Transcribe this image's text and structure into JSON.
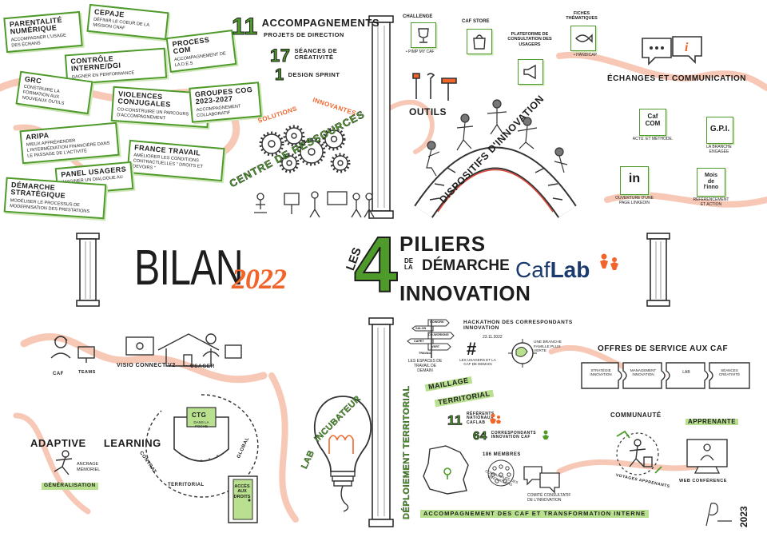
{
  "colors": {
    "green": "#4e9a2a",
    "light_green": "#b8e08f",
    "orange": "#f2652a",
    "salmon": "#f7c8b5",
    "ink": "#1d1d1d"
  },
  "center": {
    "bilan": "BILAN",
    "year": "2022",
    "les": "LES",
    "four": "4",
    "piliers": "PILIERS",
    "de_la": "DE LA",
    "demarche": "DÉMARCHE",
    "innovation": "INNOVATION",
    "caf": "Caf",
    "lab": "Lab"
  },
  "tl_cards": [
    {
      "title": "PARENTALITÉ NUMÉRIQUE",
      "sub": "ACCOMPAGNER L'USAGE DES ÉCRANS"
    },
    {
      "title": "CEPAJE",
      "sub": "DÉFINIR LE COEUR DE LA MISSION CNAF"
    },
    {
      "title": "PROCESS COM",
      "sub": "ACCOMPAGNEMENT DE LA D.E.S"
    },
    {
      "title": "CONTRÔLE INTERNE/DGI",
      "sub": "GAGNER EN PERFORMANCE"
    },
    {
      "title": "GRC",
      "sub": "CONSTRUIRE LA FORMATION AUX NOUVEAUX OUTILS"
    },
    {
      "title": "VIOLENCES CONJUGALES",
      "sub": "CO-CONSTRUIRE UN PARCOURS D'ACCOMPAGNEMENT"
    },
    {
      "title": "GROUPES COG 2023-2027",
      "sub": "ACCOMPAGNEMENT COLLABORATIF"
    },
    {
      "title": "ARIPA",
      "sub": "MIEUX APPRÉHENDER L'INTERMÉDIATION FINANCIÈRE DANS LE PASSAGE DE L'ACTIVITÉ"
    },
    {
      "title": "FRANCE TRAVAIL",
      "sub": "AMÉLIORER LES CONDITIONS CONTRACTUELLES \" DROITS ET DEVOIRS \""
    },
    {
      "title": "PANEL USAGERS",
      "sub": "IMAGINER UN DIALOGUE AU LONG COURS"
    },
    {
      "title": "DÉMARCHE STRATÉGIQUE",
      "sub": "MODÉLISER LE PROCESSUS DE MODERNISATION DES PRESTATIONS"
    }
  ],
  "stats": {
    "n1": "11",
    "l1": "ACCOMPAGNEMENTS",
    "l1b": "PROJETS DE DIRECTION",
    "n2": "17",
    "l2": "SÉANCES DE CRÉATIVITÉ",
    "n3": "1",
    "l3": "DESIGN SPRINT"
  },
  "centre": {
    "title": "CENTRE DE RESSOURCES",
    "sol": "SOLUTIONS",
    "inno": "INNOVANTES"
  },
  "tools": {
    "challenge": "CHALLENGE",
    "challenge_sub": "• PIMP MY CAF",
    "store": "CAF STORE",
    "plateforme": "PLATEFORME DE CONSULTATION DES USAGERS",
    "fiches": "FICHES THÉMATIQUES",
    "fiches_sub": "• HANDICAP",
    "outils": "OUTILS",
    "dispositifs": "DISPOSITIFS D'INNOVATION"
  },
  "echanges": {
    "title": "ÉCHANGES ET COMMUNICATION",
    "cafcom": "Caf COM",
    "cafcom_sub": "ACTU. ET MÉTHODE.",
    "gpi": "G.P.I.",
    "gpi_sub": "LA BRANCHE ENGAGÉE",
    "in": "in",
    "in_sub": "OUVERTURE D'UNE PAGE LINKEDIN",
    "mois": "Mois de l'inno",
    "mois_sub": "RÉFÉRENCEMENT ET ACTION"
  },
  "lower_left": {
    "caf": "CAF",
    "teams": "TEAMS",
    "visio": "VISIO CONNECT V2",
    "usager": "USAGER",
    "adaptive": "ADAPTIVE",
    "learning": "LEARNING",
    "ancrage": "ANCRAGE MÉMORIEL",
    "generalisation": "GÉNÉRALISATION",
    "ctg": "CTG",
    "ctg_sub": "DANS LA POCHE",
    "contrat": "CONTRAT",
    "territorial": "TERRITORIAL",
    "global": "GLOBAL",
    "acces": "ACCÈS AUX DROITS"
  },
  "lab": {
    "lab": "LAB",
    "incubateur": "INCUBATEUR"
  },
  "deploiement": {
    "vertical": "DÉPLOIEMENT TERRITORIAL",
    "hackathon": "HACKATHON DES CORRESPONDANTS INNOVATION",
    "hack_date": "23.11.2022",
    "espaces": "LES ESPACES DE TRAVAIL DE DEMAIN",
    "hash": "#",
    "hash_sub": "LES USAGERS ET LA CAF DE DEMAIN",
    "branche": "UNE BRANCHE FAMILLE PLUS VERTE",
    "signs": [
      "COWORK",
      "SALON",
      "CO-WORKING",
      "CAFET",
      "VERT",
      "TRAVAIL"
    ],
    "maillage": "MAILLAGE",
    "territorial": "TERRITORIAL",
    "n_ref": "11",
    "ref": "RÉFÉRENTS NATIONAUX CAFLAB",
    "n_corr": "64",
    "corr": "CORRESPONDANTS INNOVATION CAF",
    "membres": "186 MEMBRES",
    "comm": "COMMUNAUTÉ DES INNOVATEURS",
    "comite": "COMITÉ CONSULTATIF DE L'INNOVATION",
    "bottom": "ACCOMPAGNEMENT DES CAF ET TRANSFORMATION INTERNE"
  },
  "offres": {
    "title": "OFFRES DE SERVICE AUX CAF",
    "pieces": [
      "STRATÉGIE INNOVATION",
      "MANAGEMENT INNOVATION",
      "LAB",
      "SÉANCES CRÉATIVITÉ"
    ]
  },
  "communaute": {
    "c1": "COMMUNAUTÉ",
    "c2": "APPRENANTE",
    "voyages": "VOYAGES APPRENANTS",
    "web": "WEB CONFÉRENCE"
  },
  "signature": "2023"
}
